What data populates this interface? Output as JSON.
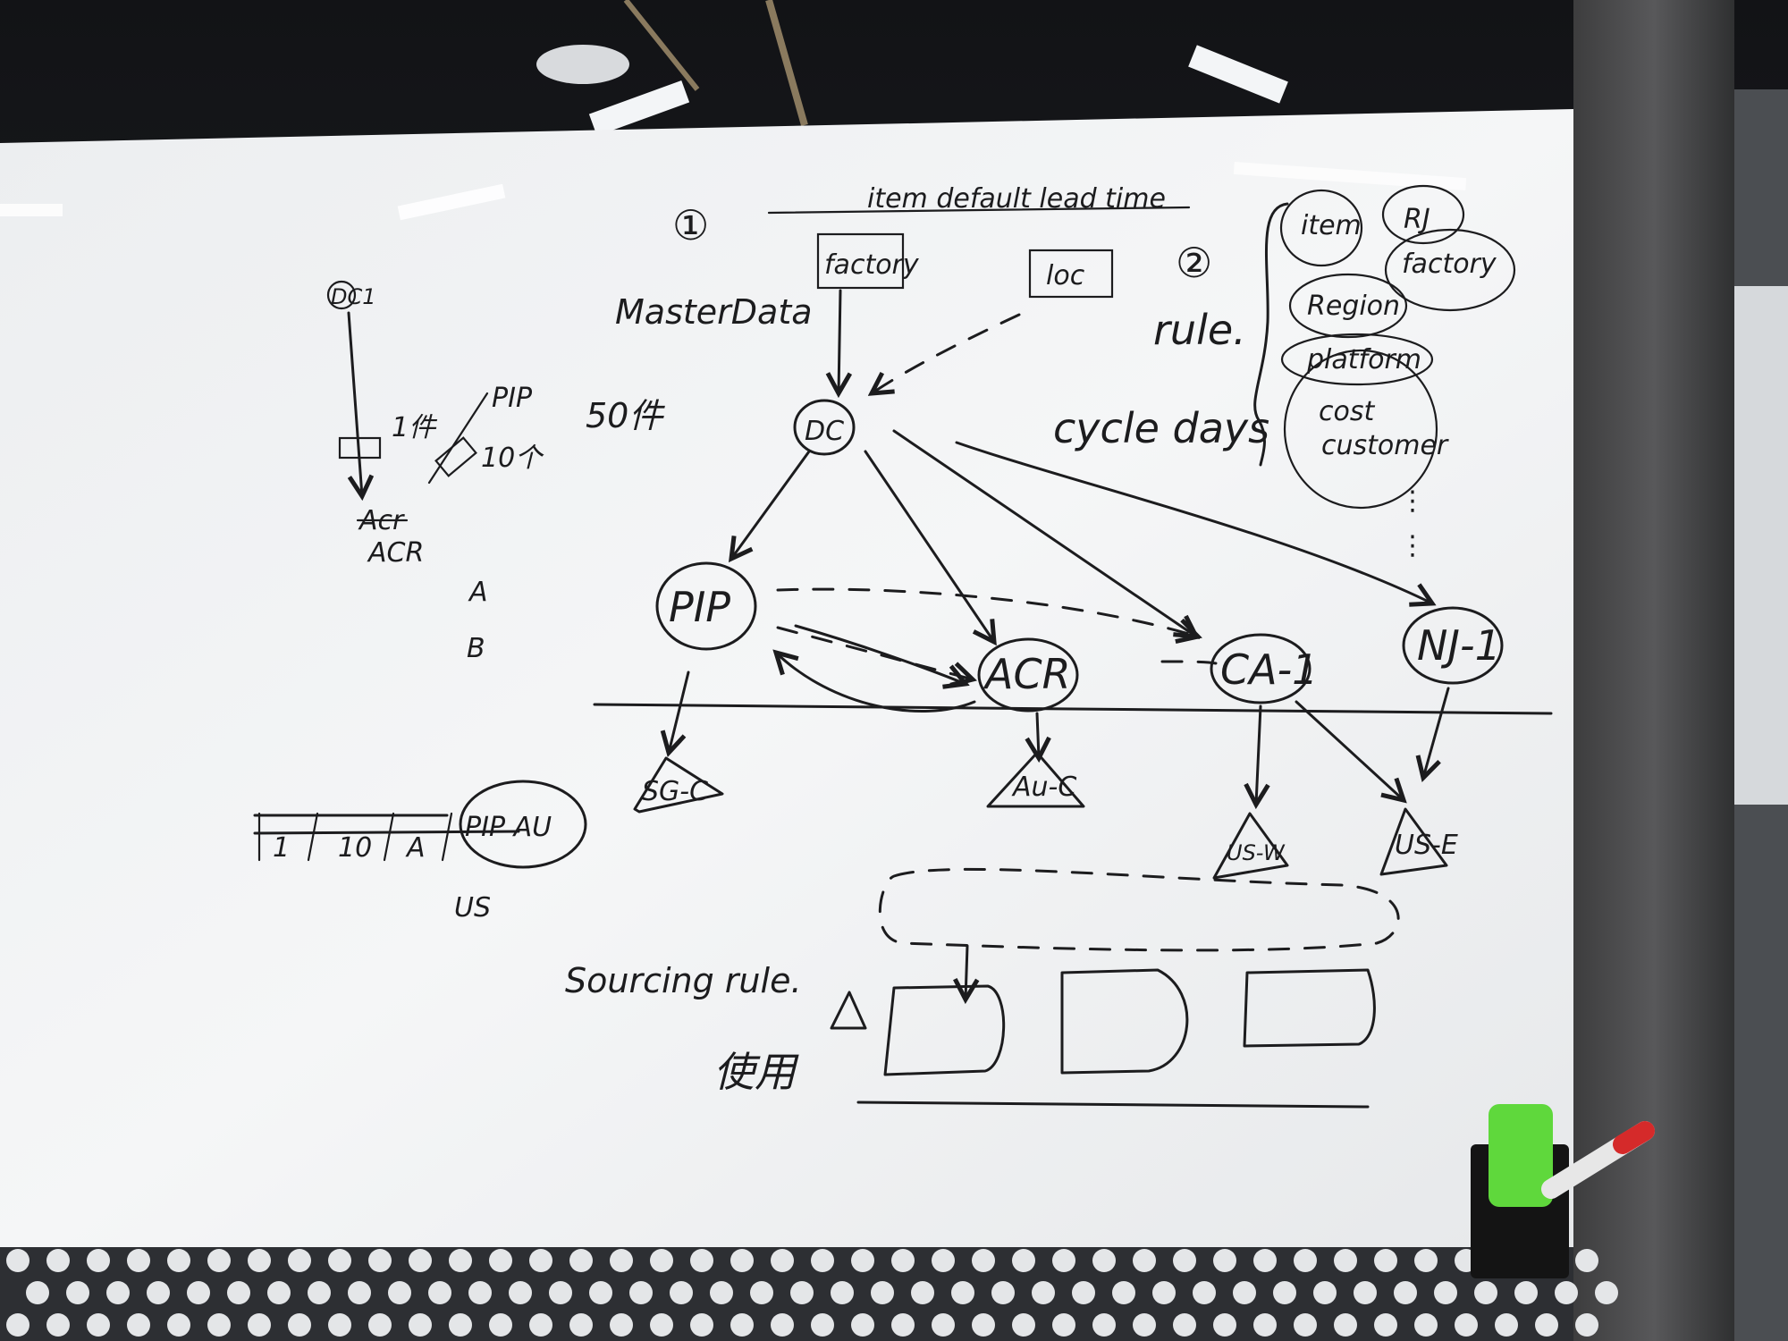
{
  "whiteboard": {
    "header": {
      "marker_1": "①",
      "marker_2": "②",
      "item_default_lead_time": "item default lead time",
      "factory_box": "factory",
      "loc_box": "loc",
      "masterdata": "MasterData",
      "rule": "rule.",
      "cycle_days": "cycle days"
    },
    "rule_list": [
      "item",
      "RJ",
      "factory",
      "Region",
      "platform",
      "cost",
      "customer"
    ],
    "left_notes": {
      "dc1": "DC1",
      "pip": "PIP",
      "qty_1": "1件",
      "qty_10": "10个",
      "acr_struck": "Acr",
      "acr": "ACR",
      "a": "A",
      "b": "B",
      "fifty": "50件"
    },
    "nodes": {
      "dc": "DC",
      "pip": "PIP",
      "acr": "ACR",
      "ca1": "CA-1",
      "nj1": "NJ-1"
    },
    "destinations": {
      "sg": "SG-C",
      "au": "Au-C",
      "usw": "US-W",
      "use": "US-E"
    },
    "table_row": [
      "1",
      "10",
      "A"
    ],
    "pip_au": "PIP AU",
    "us": "US",
    "sourcing": {
      "sourcing_rule": "Sourcing rule.",
      "use": "使用"
    },
    "ink_color": "#1c1c1e",
    "board_color": "#f1f2f3"
  }
}
